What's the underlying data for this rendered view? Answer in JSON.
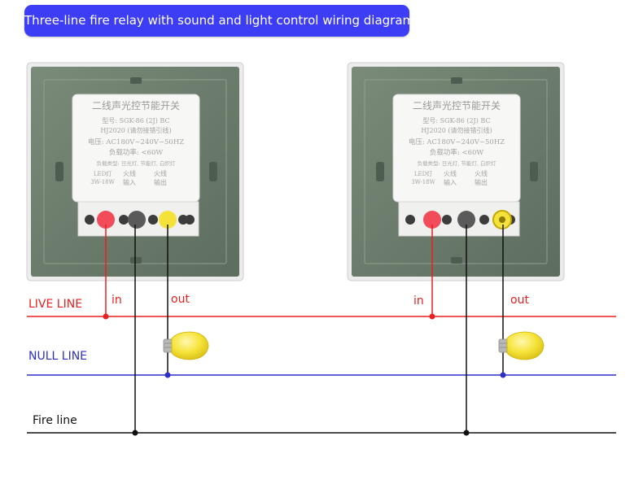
{
  "title": "Three-line fire relay with sound and light control wiring diagram",
  "lines": {
    "live": "LIVE LINE",
    "null": "NULL  LINE",
    "fire": "Fire line"
  },
  "terminals": {
    "in": "in",
    "out": "out"
  },
  "colors": {
    "title_bg": "#3d3df5",
    "live": "#e8201f",
    "null": "#2e2ec8",
    "fire": "#111111",
    "panel": "#6b7c6c",
    "terminal_red": "#f24b5a",
    "terminal_gray": "#5a5a5a",
    "terminal_yellow": "#f4e23a"
  },
  "module": {
    "heading": "二线声光控节能开关",
    "model_line": "型号: SGK-86 (2J) BC",
    "code_line": "HJ2020 (请勿接错引线)",
    "voltage_line": "电压: AC180V~240V~50HZ",
    "power_line": "负载功率: <60W",
    "load_line": "负载类型: 日光灯, 节能灯, 白炽灯",
    "col1": [
      "LED灯",
      "3W-18W"
    ],
    "col2": [
      "火线",
      "输入"
    ],
    "col3": [
      "火线",
      "输出"
    ]
  }
}
